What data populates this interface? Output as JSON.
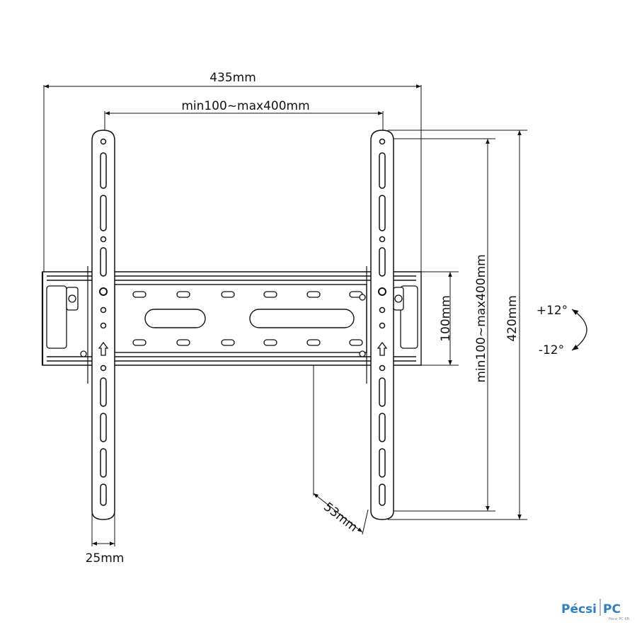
{
  "dimensions": {
    "total_width": "435mm",
    "vesa_horizontal": "min100~max400mm",
    "vesa_vertical": "min100~max400mm",
    "rail_height": "100mm",
    "arm_height": "420mm",
    "depth": "53mm",
    "arm_width": "25mm"
  },
  "tilt": {
    "up": "+12°",
    "down": "-12°"
  },
  "logo": {
    "brand_left": "Pécsi",
    "brand_right": "PC",
    "tagline": "Pécsi PC Kft."
  },
  "colors": {
    "line": "#111111",
    "logo_blue": "#2f7fc1"
  }
}
